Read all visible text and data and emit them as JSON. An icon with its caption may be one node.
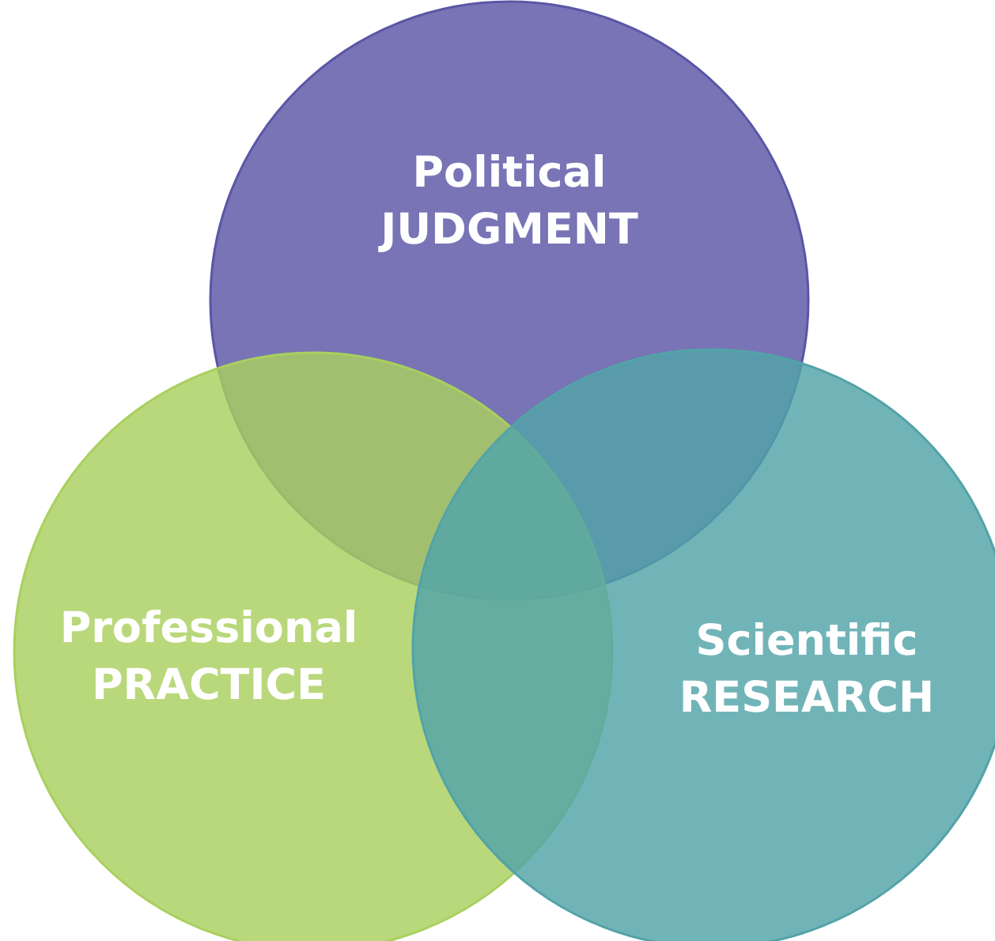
{
  "diagram": {
    "nodes": [
      {
        "text": [
          "Political JUDGMENT"
        ]
      },
      {
        "text": [
          "Professional PRACTICE"
        ]
      },
      {
        "text": [
          "Scientific RESEARCH"
        ]
      }
    ]
  }
}
